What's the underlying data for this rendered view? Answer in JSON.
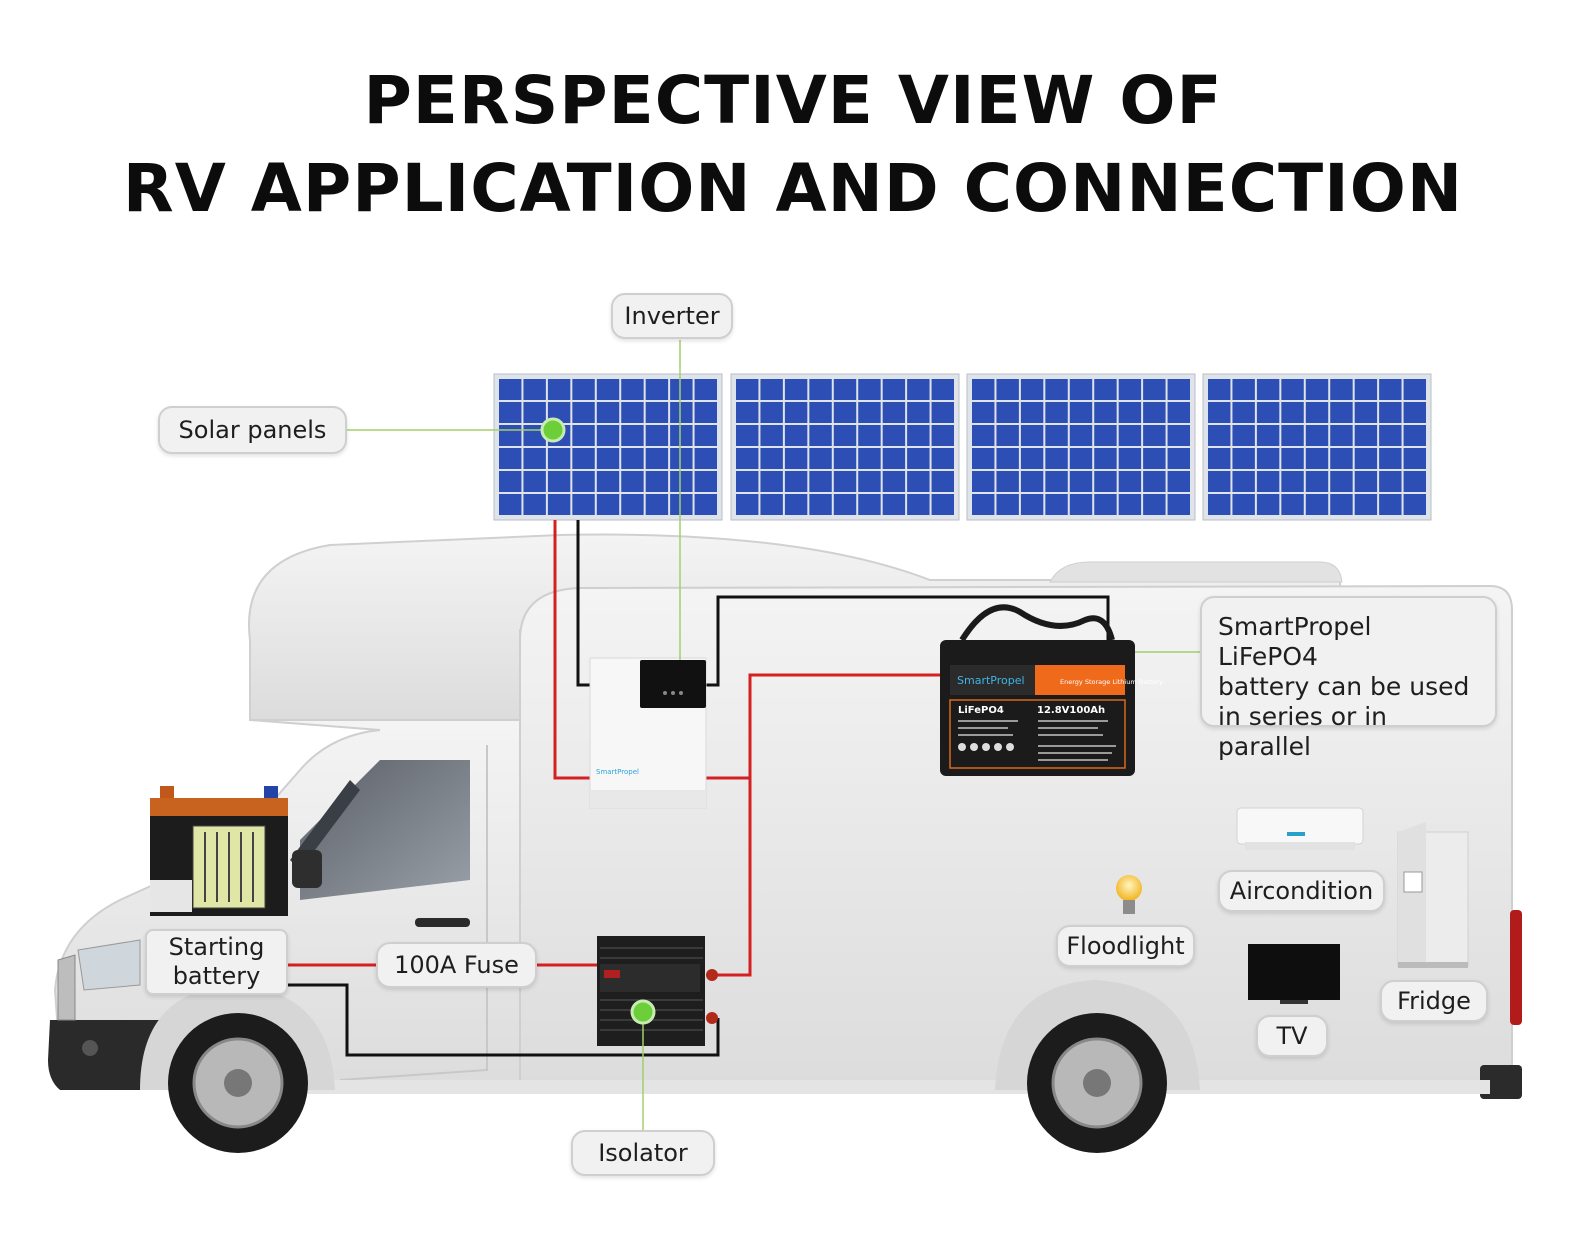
{
  "title": {
    "line1": "PERSPECTIVE VIEW OF",
    "line2": "RV APPLICATION AND CONNECTION"
  },
  "labels": {
    "inverter": "Inverter",
    "solar_panels": "Solar panels",
    "battery_note": [
      "SmartPropel LiFePO4",
      "battery can be used",
      "in series or in parallel"
    ],
    "starting_battery": [
      "Starting",
      "battery"
    ],
    "fuse": "100A Fuse",
    "isolator": "Isolator",
    "aircondition": "Aircondition",
    "floodlight": "Floodlight",
    "fridge": "Fridge",
    "tv": "TV"
  },
  "battery_product": {
    "brand": "SmartPropel",
    "type_label": "Energy Storage Lithium Battery",
    "chemistry": "LiFePO4",
    "rating": "12.8V100Ah"
  },
  "inverter_brand": "SmartPropel",
  "colors": {
    "positive_wire": "#d42020",
    "negative_wire": "#111111",
    "leader_line": "#9ccc65",
    "leader_dot": "#6ccf3a",
    "panel_blue": "#2d4fb5",
    "rv_body": "#ececec"
  }
}
